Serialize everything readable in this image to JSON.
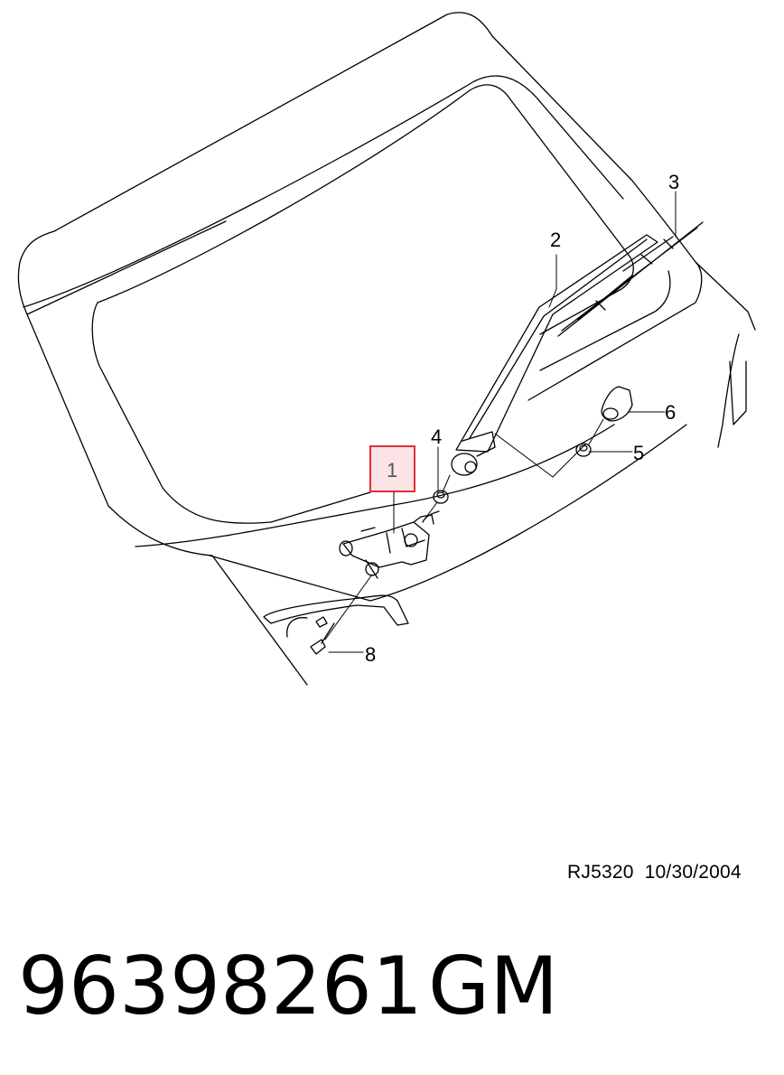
{
  "diagram": {
    "callouts": [
      {
        "id": "callout-1",
        "label": "1",
        "highlighted": true
      },
      {
        "id": "callout-2",
        "label": "2"
      },
      {
        "id": "callout-3",
        "label": "3"
      },
      {
        "id": "callout-4",
        "label": "4"
      },
      {
        "id": "callout-5",
        "label": "5"
      },
      {
        "id": "callout-6",
        "label": "6"
      },
      {
        "id": "callout-8",
        "label": "8"
      }
    ],
    "highlight_color": "#e0303a",
    "highlight_fill": "#fbe3e6"
  },
  "reference": {
    "drawing_code": "RJ5320",
    "date": "10/30/2004"
  },
  "footer": {
    "part_number": "96398261",
    "brand": "GM"
  }
}
